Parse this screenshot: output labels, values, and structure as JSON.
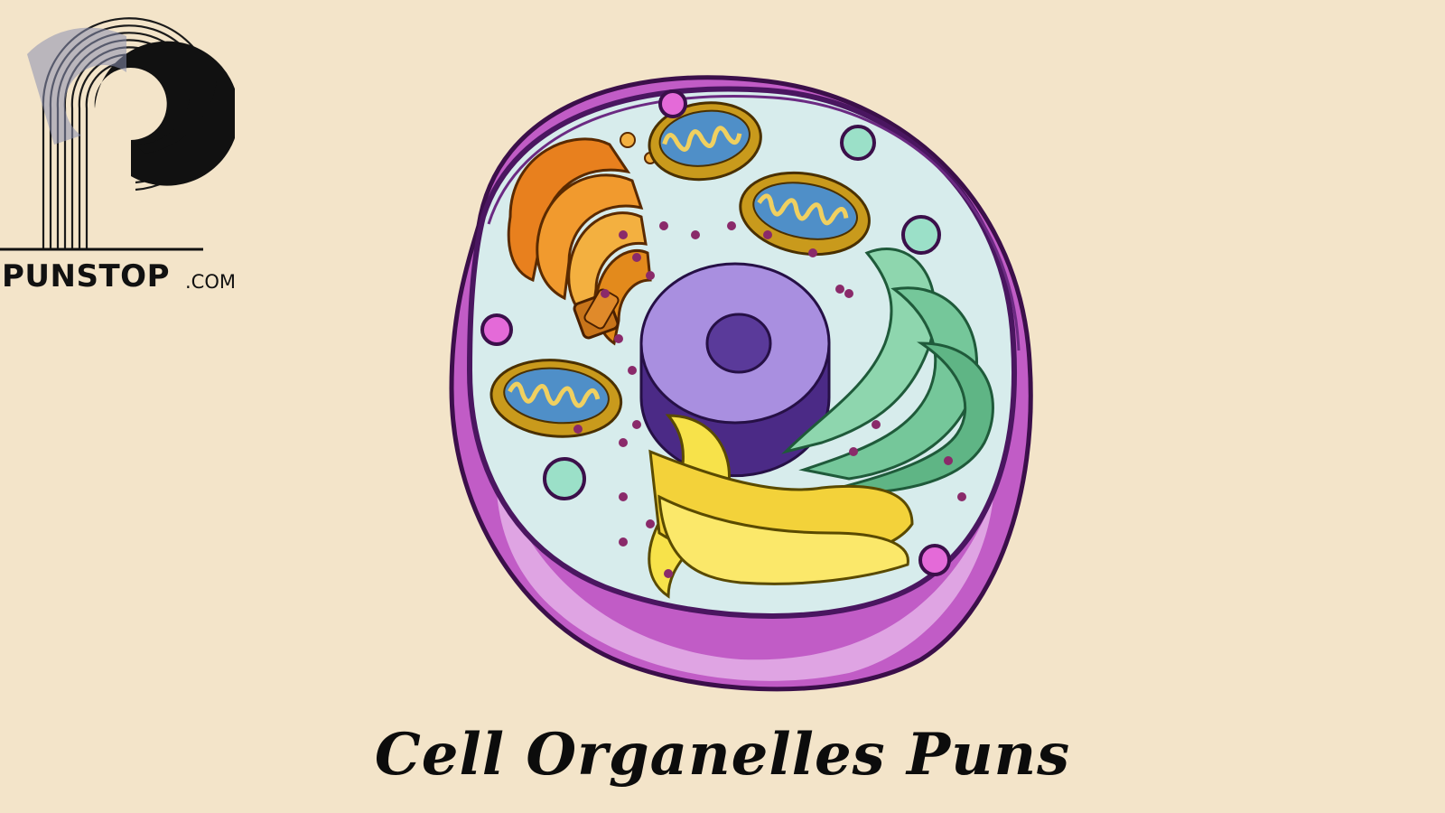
{
  "logo": {
    "name": "PUNSTOP",
    "domain": ".COM"
  },
  "title": "Cell Organelles Puns",
  "colors": {
    "background": "#f3e4c9",
    "membrane": "#5e1f6e",
    "cytoplasm": "#d6ecec",
    "nucleus": "#a98fe0",
    "nucleolus": "#6a4aa8",
    "golgi": "#e07a1a",
    "mitochondria": "#c99a1c",
    "er_rough": "#8fd6b0",
    "er_smooth": "#f7e24a",
    "lysosome": "#e46ad8",
    "vacuole": "#9be0c8"
  }
}
